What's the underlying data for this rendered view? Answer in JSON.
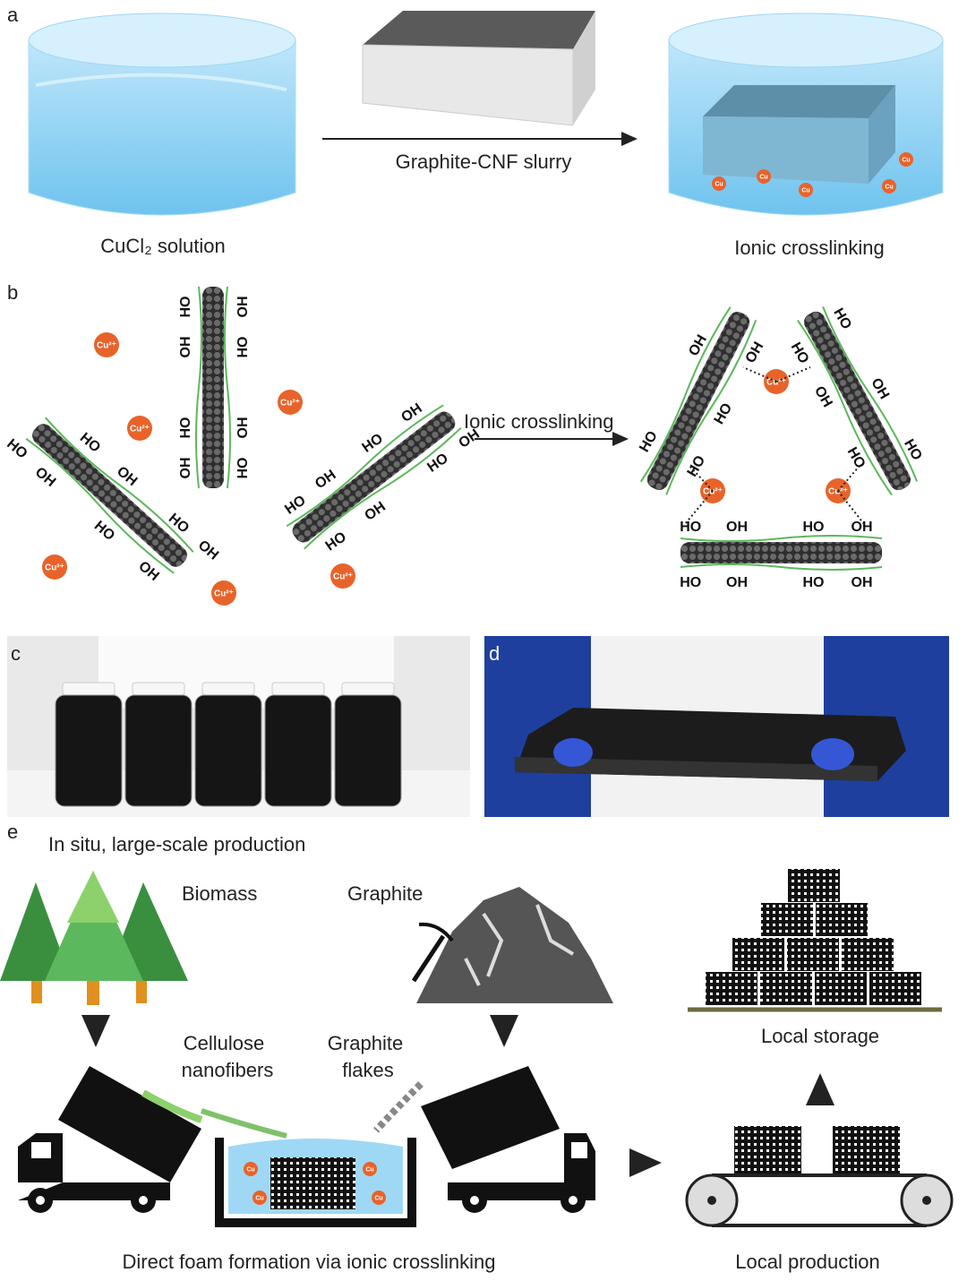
{
  "panels": {
    "a": "a",
    "b": "b",
    "c": "c",
    "d": "d",
    "e": "e"
  },
  "panel_a": {
    "arrow_label": "Graphite-CNF slurry",
    "left_label": "CuCl₂ solution",
    "right_label": "Ionic crosslinking",
    "ion": "Cu"
  },
  "panel_b": {
    "arrow_label": "Ionic crosslinking",
    "ion": "Cu²⁺",
    "ho": "HO",
    "oh": "OH"
  },
  "panel_e": {
    "title": "In situ, large-scale production",
    "biomass": "Biomass",
    "graphite": "Graphite",
    "cnf_line1": "Cellulose",
    "cnf_line2": "nanofibers",
    "flakes_line1": "Graphite",
    "flakes_line2": "flakes",
    "storage": "Local storage",
    "formation": "Direct foam formation via ionic crosslinking",
    "production": "Local production",
    "ion": "Cu"
  },
  "colors": {
    "water": "#8fd0f2",
    "cu": "#e8632a",
    "fiber": "#5cb85c",
    "graphite": "#3a3a3a",
    "tree": "#3f9a44"
  }
}
